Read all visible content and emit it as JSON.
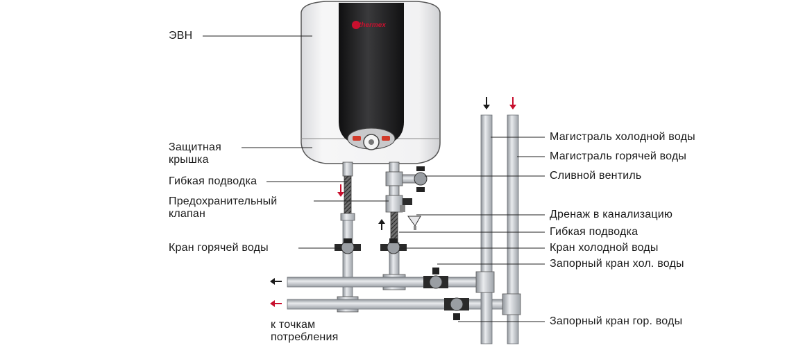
{
  "brand": {
    "logo_text": "thermex"
  },
  "colors": {
    "tank_body": "#f2f2f3",
    "tank_band": "#1e1e1f",
    "pipe": "#c9ccd0",
    "pipe_edge": "#6c7076",
    "arrow_hot": "#c8102e",
    "arrow_cold": "#1a1a1a",
    "leader": "#222222"
  },
  "labels": {
    "evn": "ЭВН",
    "protective_cover": "Защитная крышка",
    "flex_hose_left": "Гибкая подводка",
    "safety_valve": "Предохранительный клапан",
    "hot_water_tap": "Кран горячей воды",
    "consumption_points": "к точкам потребления",
    "cold_main": "Магистраль холодной воды",
    "hot_main": "Магистраль горячей воды",
    "drain_valve": "Сливной вентиль",
    "sewer_drain": "Дренаж в канализацию",
    "flex_hose_right": "Гибкая подводка",
    "cold_water_tap": "Кран холодной воды",
    "cold_shutoff": "Запорный кран хол. воды",
    "hot_shutoff": "Запорный кран гор. воды"
  }
}
